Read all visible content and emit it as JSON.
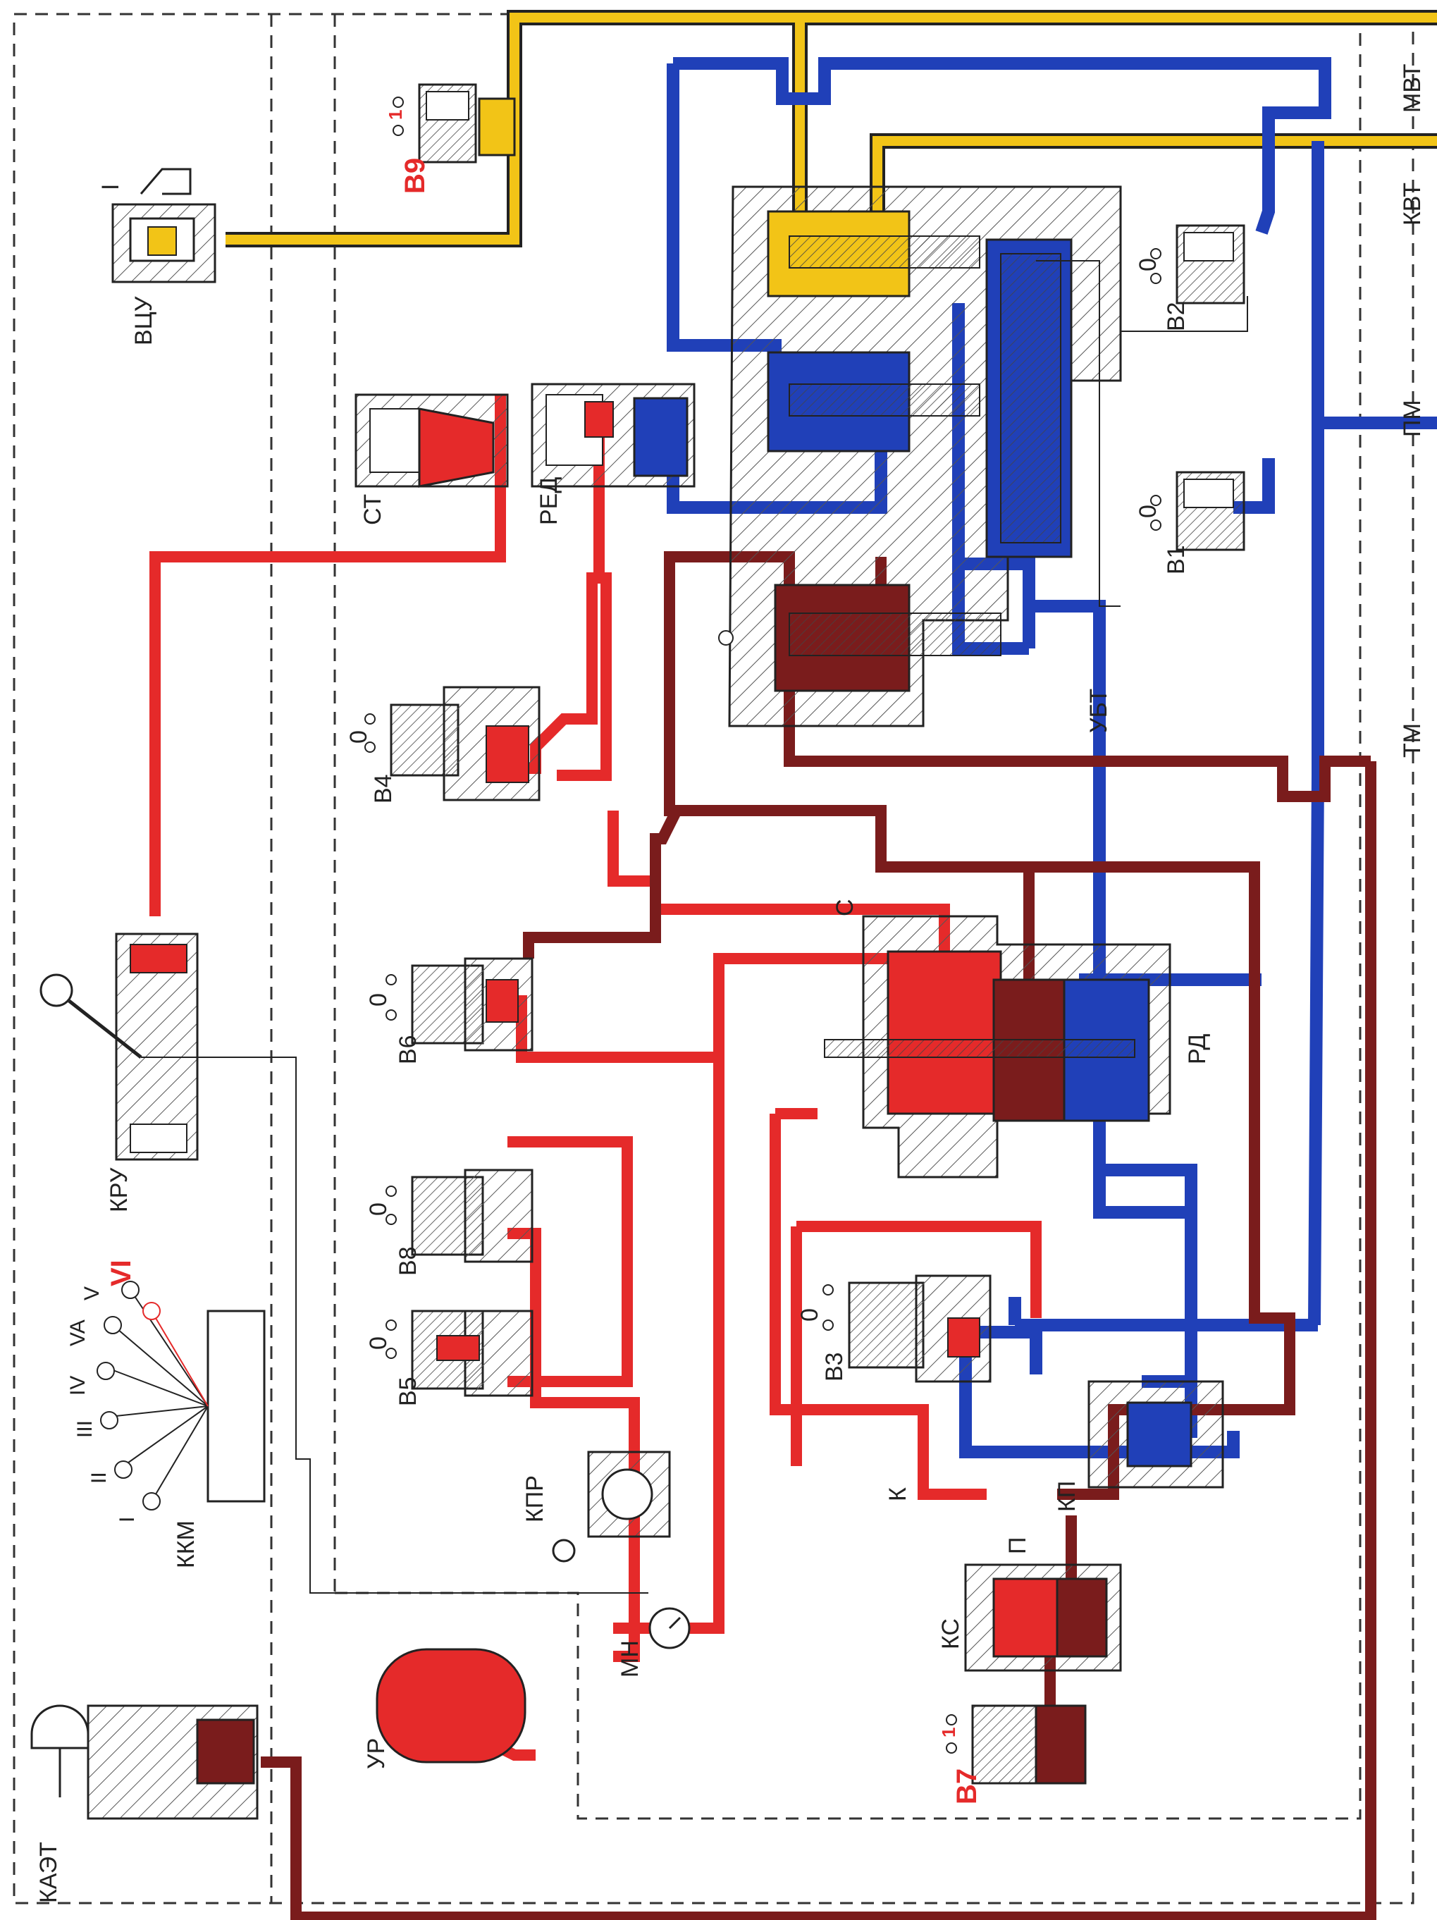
{
  "colors": {
    "yellow": "#f2c417",
    "blue": "#2040b8",
    "red": "#e52a2a",
    "darkred": "#7a1c1c",
    "hatch": "#555555",
    "dashed": "#333333"
  },
  "lines": {
    "mvt": "МВТ",
    "kvt": "КВТ",
    "pm": "ПМ",
    "tm": "ТМ"
  },
  "units": {
    "vcu": "ВЦУ",
    "st": "СТ",
    "red": "РЕД",
    "ubt": "УБТ",
    "kru": "КРУ",
    "rd": "РД",
    "kp": "КП",
    "kpr": "КПР",
    "ks": "КС",
    "mn": "МН",
    "ur": "УР",
    "kaet": "КАЭТ",
    "kkm": "ККМ",
    "c": "С",
    "k": "К",
    "p": "П"
  },
  "valves": {
    "v1": "В1",
    "v2": "В2",
    "v3": "В3",
    "v4": "В4",
    "v5": "В5",
    "v6": "В6",
    "v8": "В8",
    "v7": "В7",
    "v9": "В9",
    "zero": "0",
    "one": "1"
  },
  "kkm_positions": [
    "I",
    "II",
    "III",
    "IV",
    "VA",
    "V",
    "VI"
  ],
  "vcu_position": "I"
}
